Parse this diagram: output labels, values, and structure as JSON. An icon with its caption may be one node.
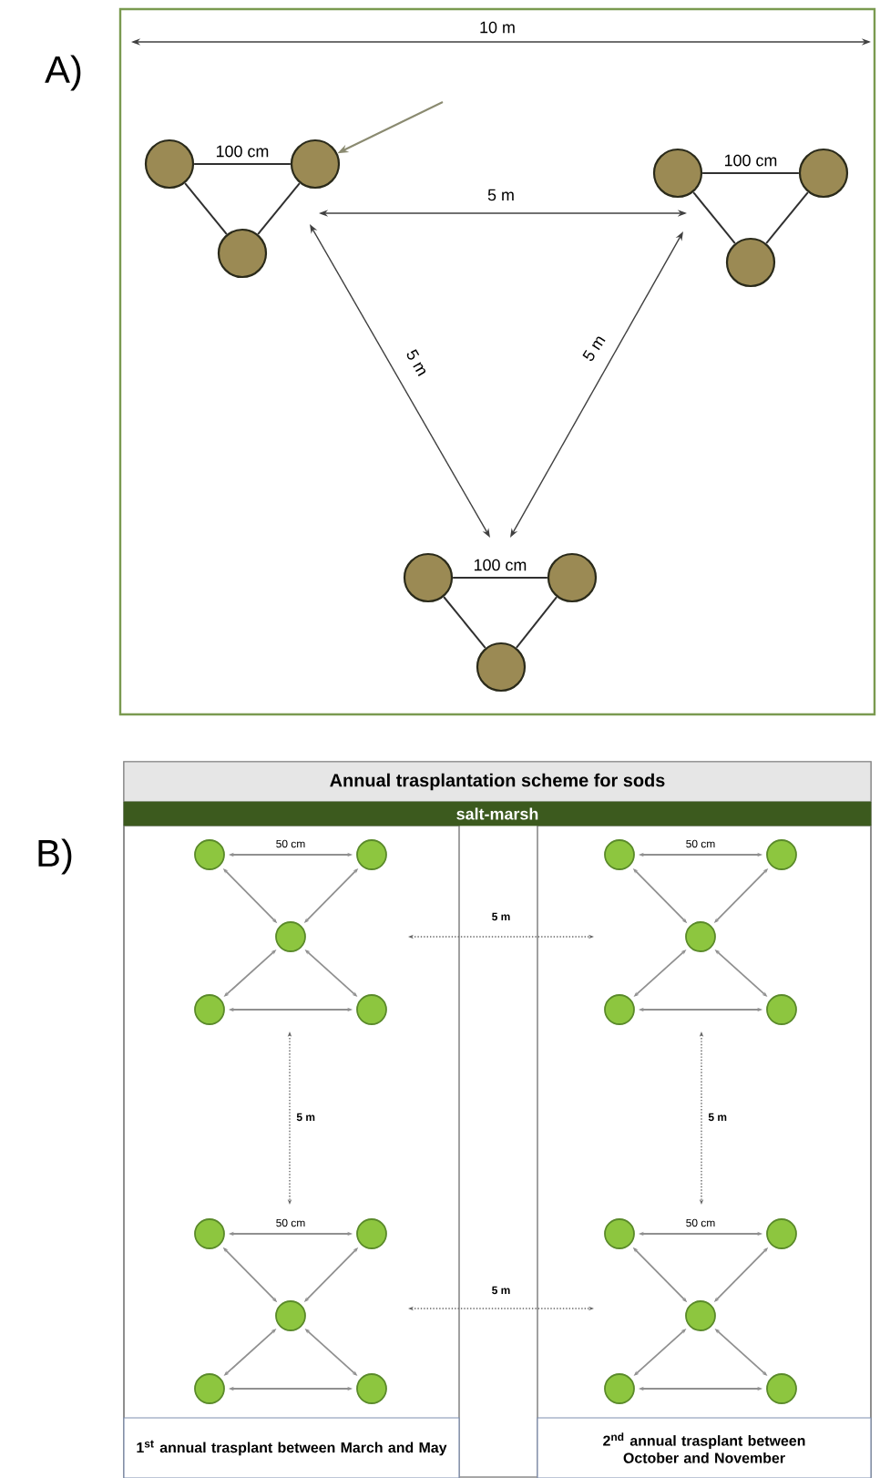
{
  "diagram": {
    "nodes": [
      {
        "text": [],
        "shape": "circle"
      },
      {
        "text": [],
        "shape": "circle"
      },
      {
        "text": [],
        "shape": "circle"
      },
      {
        "text": [],
        "shape": "circle"
      },
      {
        "text": [],
        "shape": "circle"
      },
      {
        "text": [],
        "shape": "circle"
      },
      {
        "text": [],
        "shape": "circle"
      },
      {
        "text": [],
        "shape": "circle"
      },
      {
        "text": [],
        "shape": "circle"
      },
      {
        "text": [
          "Annual trasplantation scheme for sods"
        ]
      },
      {
        "text": [
          "salt-marsh"
        ]
      },
      {
        "text": [],
        "shape": "circle"
      },
      {
        "text": [],
        "shape": "circle"
      },
      {
        "text": [],
        "shape": "circle"
      },
      {
        "text": [],
        "shape": "circle"
      },
      {
        "text": [],
        "shape": "circle"
      },
      {
        "text": [],
        "shape": "circle"
      },
      {
        "text": [],
        "shape": "circle"
      },
      {
        "text": [],
        "shape": "circle"
      },
      {
        "text": [],
        "shape": "circle"
      },
      {
        "text": [],
        "shape": "circle"
      },
      {
        "text": [],
        "shape": "circle"
      },
      {
        "text": [],
        "shape": "circle"
      },
      {
        "text": [],
        "shape": "circle"
      },
      {
        "text": [],
        "shape": "circle"
      },
      {
        "text": [],
        "shape": "circle"
      },
      {
        "text": [],
        "shape": "circle"
      },
      {
        "text": [],
        "shape": "circle"
      },
      {
        "text": [],
        "shape": "circle"
      },
      {
        "text": [],
        "shape": "circle"
      },
      {
        "text": [],
        "shape": "circle"
      },
      {
        "text": [
          "1$^{st}$ annual trasplant between March and May"
        ]
      },
      {
        "text": [
          "2$^{nd}$ annual trasplant between October and November"
        ]
      }
    ],
    "edges": [
      {
        "from": 0,
        "to": 1,
        "arrow": "none",
        "label": "100 cm",
        "color": "#303030"
      },
      {
        "from": 0,
        "to": 2,
        "arrow": "none",
        "color": "#303030"
      },
      {
        "from": 1,
        "to": 2,
        "arrow": "none",
        "color": "#303030"
      },
      {
        "from": 3,
        "to": 4,
        "arrow": "none",
        "label": "100 cm",
        "color": "#303030"
      },
      {
        "from": 3,
        "to": 5,
        "arrow": "none",
        "color": "#303030"
      },
      {
        "from": 4,
        "to": 5,
        "arrow": "none",
        "color": "#303030"
      },
      {
        "from": 6,
        "to": 7,
        "arrow": "none",
        "label": "100 cm",
        "color": "#303030"
      },
      {
        "from": 6,
        "to": 8,
        "arrow": "none",
        "color": "#303030"
      },
      {
        "from": 7,
        "to": 8,
        "arrow": "none",
        "color": "#303030"
      },
      {
        "from": null,
        "to": 1,
        "arrow": "to",
        "color": "#8a8a70"
      },
      {
        "from": 11,
        "to": 12,
        "arrow": "both",
        "label": "50 cm"
      },
      {
        "from": 11,
        "to": 13,
        "arrow": "both"
      },
      {
        "from": 12,
        "to": 13,
        "arrow": "both"
      },
      {
        "from": 13,
        "to": 14,
        "arrow": "both"
      },
      {
        "from": 13,
        "to": 15,
        "arrow": "both"
      },
      {
        "from": 14,
        "to": 15,
        "arrow": "both"
      },
      {
        "from": 16,
        "to": 17,
        "arrow": "both",
        "label": "50 cm"
      },
      {
        "from": 16,
        "to": 18,
        "arrow": "both"
      },
      {
        "from": 17,
        "to": 18,
        "arrow": "both"
      },
      {
        "from": 18,
        "to": 19,
        "arrow": "both"
      },
      {
        "from": 18,
        "to": 20,
        "arrow": "both"
      },
      {
        "from": 19,
        "to": 20,
        "arrow": "both"
      },
      {
        "from": 21,
        "to": 22,
        "arrow": "both",
        "label": "50 cm"
      },
      {
        "from": 21,
        "to": 23,
        "arrow": "both"
      },
      {
        "from": 22,
        "to": 23,
        "arrow": "both"
      },
      {
        "from": 23,
        "to": 24,
        "arrow": "both"
      },
      {
        "from": 23,
        "to": 25,
        "arrow": "both"
      },
      {
        "from": 24,
        "to": 25,
        "arrow": "both"
      },
      {
        "from": 26,
        "to": 27,
        "arrow": "both",
        "label": "50 cm"
      },
      {
        "from": 26,
        "to": 28,
        "arrow": "both"
      },
      {
        "from": 27,
        "to": 28,
        "arrow": "both"
      },
      {
        "from": 28,
        "to": 29,
        "arrow": "both"
      },
      {
        "from": 28,
        "to": 30,
        "arrow": "both"
      },
      {
        "from": 29,
        "to": 30,
        "arrow": "both"
      }
    ],
    "labels": [
      "A)",
      "10 m",
      "5 m",
      "5 m",
      "5 m",
      "B)",
      "5 m",
      "5 m",
      "5 m",
      "5 m"
    ]
  }
}
